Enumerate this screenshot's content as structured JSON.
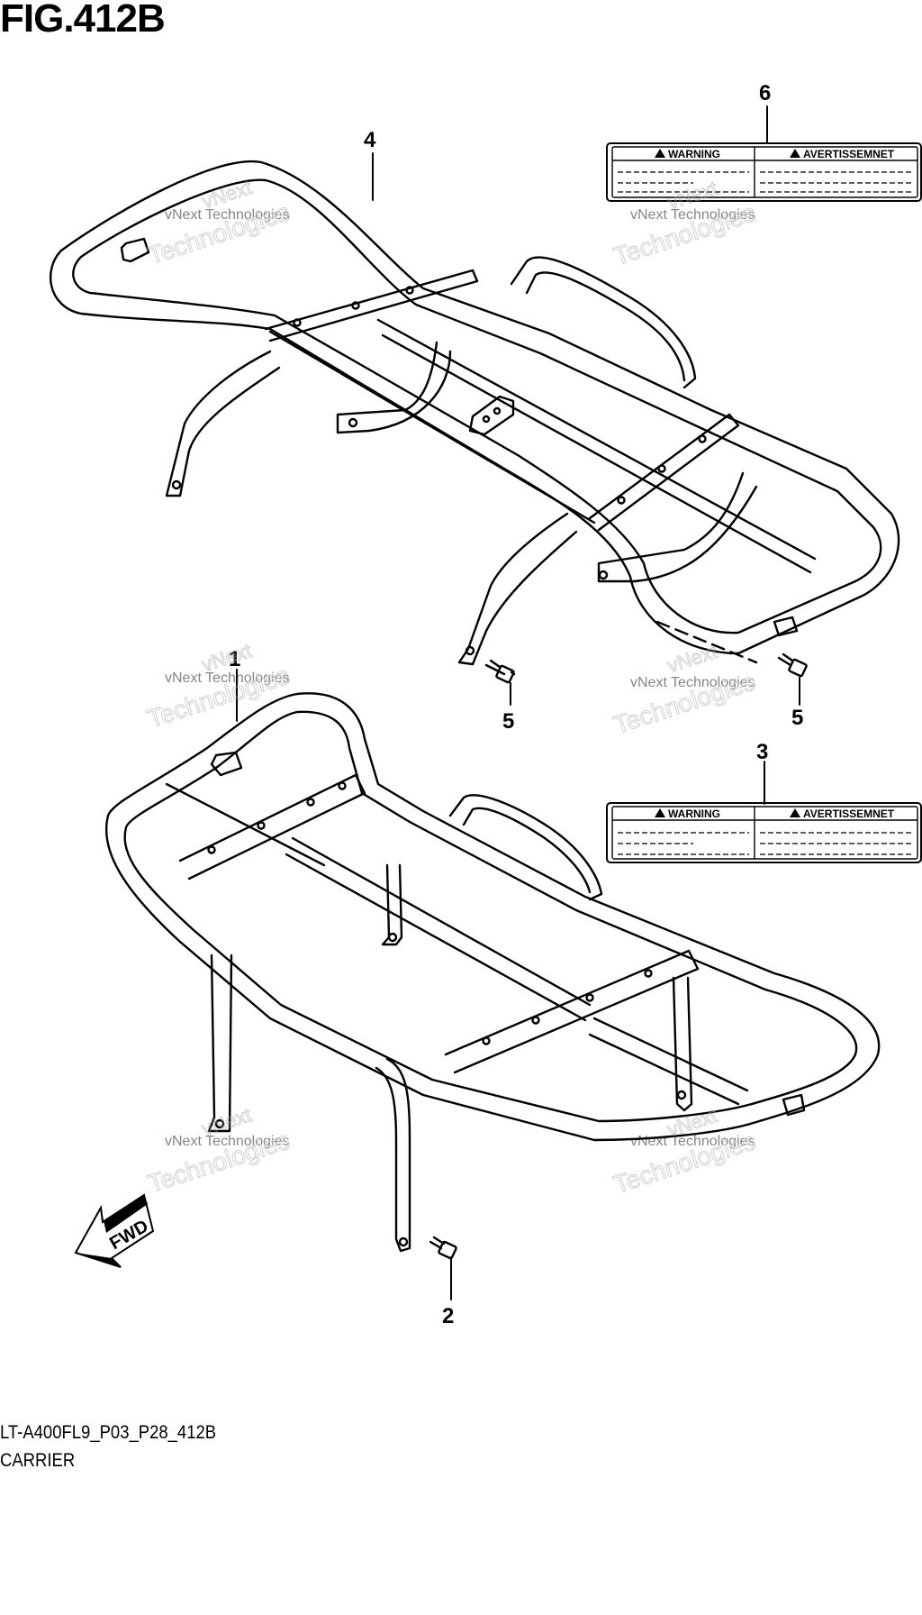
{
  "figure": {
    "title": "FIG.412B",
    "code": "LT-A400FL9_P03_P28_412B",
    "name": "CARRIER"
  },
  "callouts": {
    "c1": "1",
    "c2": "2",
    "c3": "3",
    "c4": "4",
    "c5a": "5",
    "c5b": "5",
    "c6": "6"
  },
  "labels": {
    "warning": "WARNING",
    "avertissement": "AVERTISSEMNET"
  },
  "direction": "FWD",
  "watermark": {
    "line1": "vNext",
    "line2": "vNext Technologies",
    "line3": "Technologies"
  }
}
